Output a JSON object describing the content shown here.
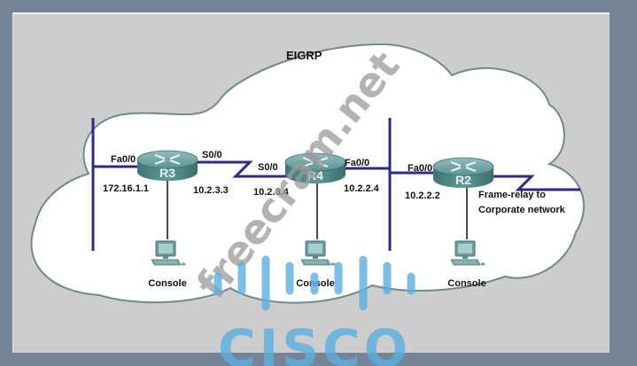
{
  "diagram": {
    "title": "EIGRP",
    "routers": [
      {
        "name": "R3",
        "left_if": "Fa0/0",
        "left_ip": "172.16.1.1",
        "right_if": "S0/0",
        "right_ip": "10.2.3.3"
      },
      {
        "name": "R4",
        "left_if": "S0/0",
        "left_ip": "10.2.3.4",
        "right_if": "Fa0/0",
        "right_ip": "10.2.2.4"
      },
      {
        "name": "R2",
        "left_if": "Fa0/0",
        "left_ip": "10.2.2.2",
        "wan_label_1": "Frame-relay to",
        "wan_label_2": "Corporate network"
      }
    ],
    "consoles": [
      {
        "label": "Console"
      },
      {
        "label": "Console"
      },
      {
        "label": "Console"
      }
    ]
  },
  "watermark": {
    "site": "freecram.net",
    "brand": "CISCO"
  },
  "colors": {
    "outer_bg": "#748597",
    "frame_bg": "#cdcdcd",
    "cloud_fill": "#ffffff",
    "cloud_stroke": "#6f8a8a",
    "link": "#2e2b85",
    "router_body": "#4f8a8a",
    "watermark_gray": "#b0b0b0",
    "watermark_blue": "#5aaee0"
  }
}
